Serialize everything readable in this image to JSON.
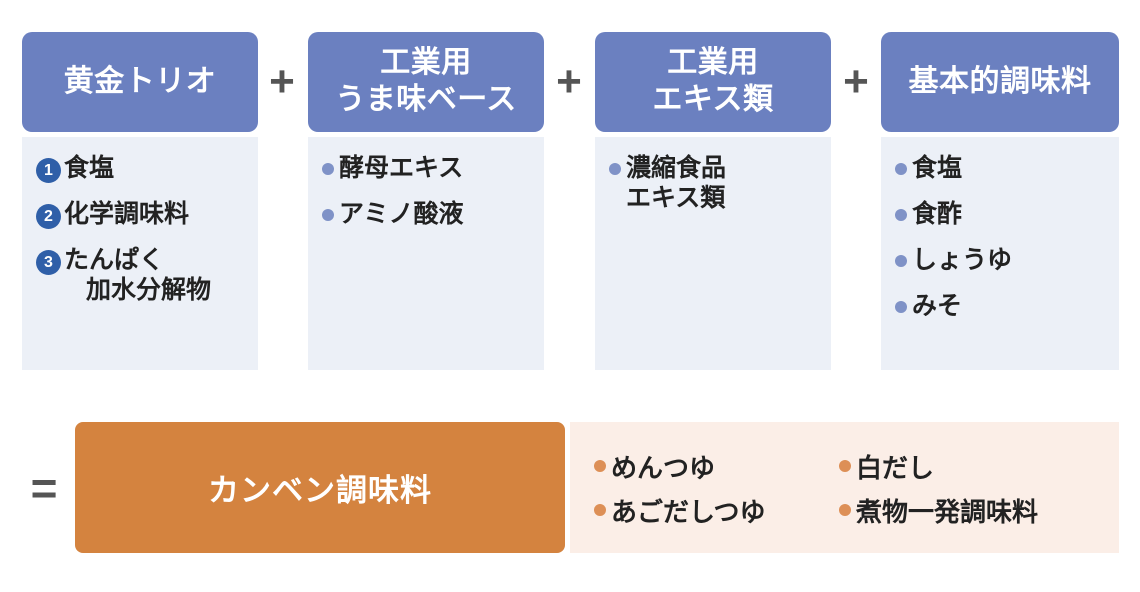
{
  "diagram": {
    "operators": {
      "plus": "+",
      "equals": "="
    },
    "columns": [
      {
        "header_lines": [
          "黄金トリオ"
        ],
        "items": [
          {
            "marker": "number",
            "number": "1",
            "lines": [
              "食塩"
            ]
          },
          {
            "marker": "number",
            "number": "2",
            "lines": [
              "化学調味料"
            ]
          },
          {
            "marker": "number",
            "number": "3",
            "lines": [
              "たんぱく",
              "加水分解物"
            ]
          }
        ]
      },
      {
        "header_lines": [
          "工業用",
          "うま味ベース"
        ],
        "items": [
          {
            "marker": "dot",
            "lines": [
              "酵母エキス"
            ]
          },
          {
            "marker": "dot",
            "lines": [
              "アミノ酸液"
            ]
          }
        ]
      },
      {
        "header_lines": [
          "工業用",
          "エキス類"
        ],
        "items": [
          {
            "marker": "dot",
            "lines": [
              "濃縮食品",
              "エキス類"
            ]
          }
        ]
      },
      {
        "header_lines": [
          "基本的調味料"
        ],
        "items": [
          {
            "marker": "dot",
            "lines": [
              "食塩"
            ]
          },
          {
            "marker": "dot",
            "lines": [
              "食酢"
            ]
          },
          {
            "marker": "dot",
            "lines": [
              "しょうゆ"
            ]
          },
          {
            "marker": "dot",
            "lines": [
              "みそ"
            ]
          }
        ]
      }
    ],
    "result": {
      "label": "カンベン調味料",
      "products": [
        "めんつゆ",
        "白だし",
        "あごだしつゆ",
        "煮物一発調味料"
      ]
    }
  },
  "colors": {
    "header_blue": "#6b80c0",
    "panel_blue_light": "#ecf0f7",
    "bullet_blue": "#7f92c7",
    "number_badge_blue": "#2f5fa8",
    "result_orange": "#d4833f",
    "panel_peach": "#fbeee7",
    "bullet_orange": "#dd8f56",
    "operator_gray": "#555555",
    "text_dark": "#222222"
  }
}
